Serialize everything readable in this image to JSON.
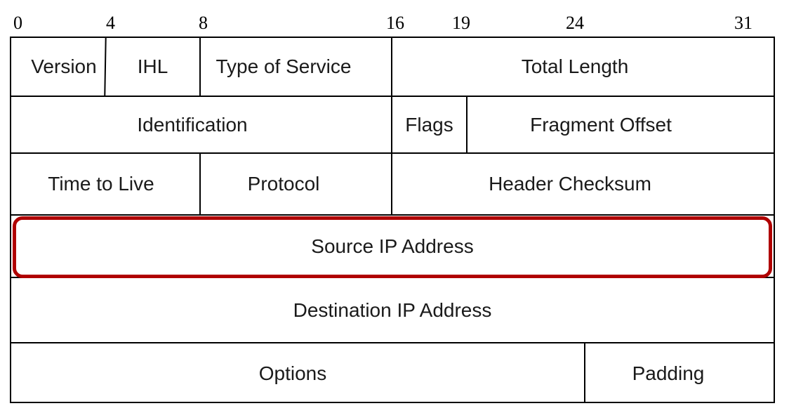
{
  "bit_markers": [
    "0",
    "4",
    "8",
    "16",
    "19",
    "24",
    "31"
  ],
  "fields": {
    "version": "Version",
    "ihl": "IHL",
    "type_of_service": "Type of Service",
    "total_length": "Total Length",
    "identification": "Identification",
    "flags": "Flags",
    "fragment_offset": "Fragment Offset",
    "time_to_live": "Time to Live",
    "protocol": "Protocol",
    "header_checksum": "Header Checksum",
    "source_ip_address": "Source IP Address",
    "destination_ip_address": "Destination IP Address",
    "options": "Options",
    "padding": "Padding"
  },
  "highlight_color": "#b00000"
}
